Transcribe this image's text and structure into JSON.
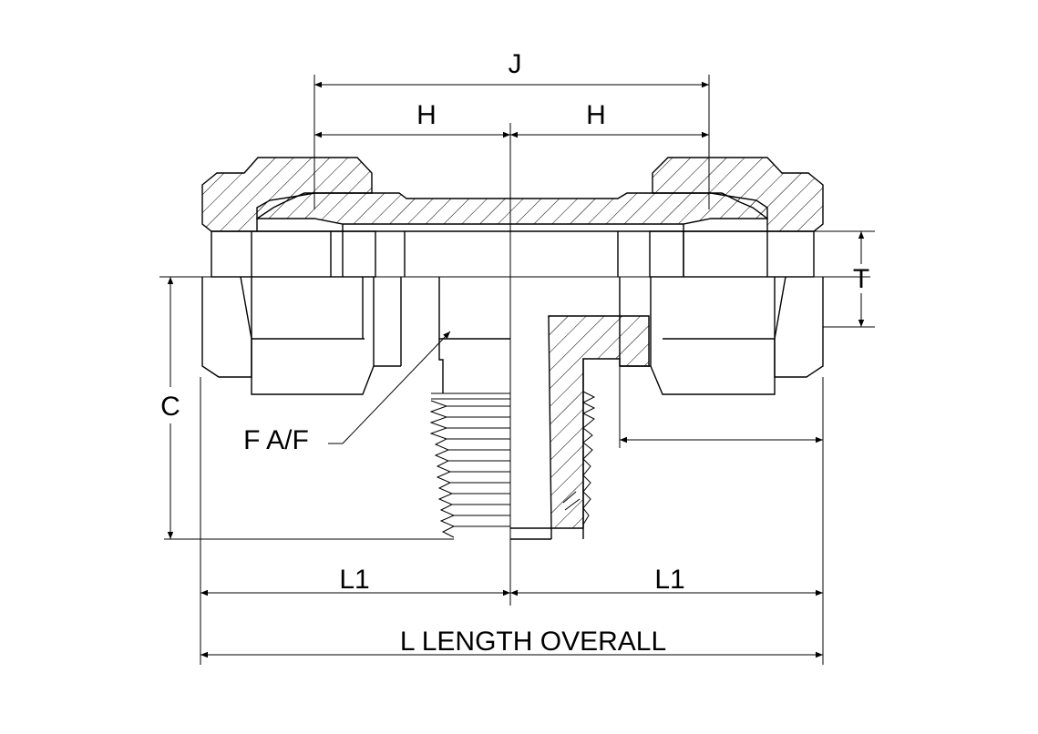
{
  "diagram": {
    "labels": {
      "j": "J",
      "h_left": "H",
      "h_right": "H",
      "t": "T",
      "c": "C",
      "f": "F A/F",
      "l1_left": "L1",
      "l1_right": "L1",
      "l": "L LENGTH OVERALL"
    }
  }
}
